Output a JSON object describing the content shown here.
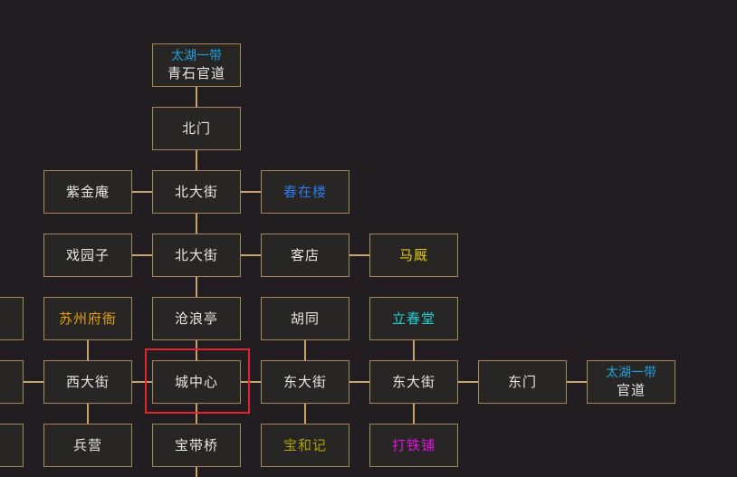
{
  "colors": {
    "default_name": "#e6e6e6",
    "region": "#1ea0dc",
    "shop_blue": "#2d78e6",
    "shop_yellow": "#e0c800",
    "shop_orange": "#e6a000",
    "shop_cyan": "#14d2d2",
    "shop_olive": "#a8a000",
    "shop_magenta": "#dc14dc",
    "border": "#a8885c",
    "link": "#c8a36c",
    "current_marker": "#e0252b"
  },
  "current_room": "城中心",
  "rooms": [
    {
      "id": "qingshi-guandao",
      "region": "太湖一带",
      "name": "青石官道"
    },
    {
      "id": "beimen",
      "name": "北门"
    },
    {
      "id": "zijin-an",
      "name": "紫金庵"
    },
    {
      "id": "bei-dajie-1",
      "name": "北大街"
    },
    {
      "id": "chunzai-lou",
      "name": "春在楼",
      "color": "shop_blue"
    },
    {
      "id": "xi-yuanzi",
      "name": "戏园子"
    },
    {
      "id": "bei-dajie-2",
      "name": "北大街"
    },
    {
      "id": "kedian",
      "name": "客店"
    },
    {
      "id": "majiu",
      "name": "马厩",
      "color": "shop_yellow"
    },
    {
      "id": "suzhou-fuya",
      "name": "苏州府衙",
      "color": "shop_orange"
    },
    {
      "id": "canglang-ting",
      "name": "沧浪亭"
    },
    {
      "id": "hutong",
      "name": "胡同"
    },
    {
      "id": "lichun-tang",
      "name": "立春堂",
      "color": "shop_cyan"
    },
    {
      "id": "xi-dajie",
      "name": "西大街"
    },
    {
      "id": "cheng-zhongxin",
      "name": "城中心"
    },
    {
      "id": "dong-dajie-1",
      "name": "东大街"
    },
    {
      "id": "dong-dajie-2",
      "name": "东大街"
    },
    {
      "id": "dongmen",
      "name": "东门"
    },
    {
      "id": "guandao",
      "region": "太湖一带",
      "name": "官道"
    },
    {
      "id": "bingying",
      "name": "兵营"
    },
    {
      "id": "baodai-qiao",
      "name": "宝带桥"
    },
    {
      "id": "baohe-ji",
      "name": "宝和记",
      "color": "shop_olive"
    },
    {
      "id": "datie-pu",
      "name": "打铁铺",
      "color": "shop_magenta"
    },
    {
      "id": "edge-left-1",
      "name": ""
    },
    {
      "id": "edge-left-2",
      "name": ""
    },
    {
      "id": "edge-left-3",
      "name": ""
    }
  ]
}
